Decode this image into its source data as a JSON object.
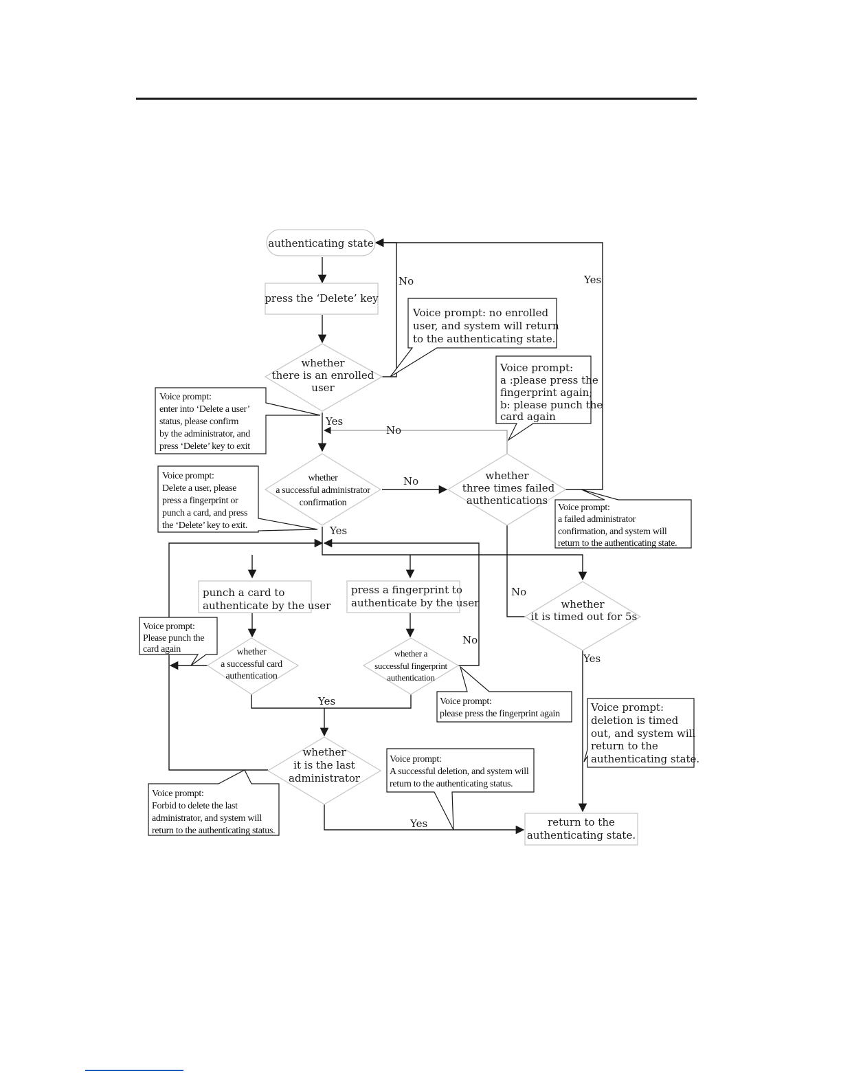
{
  "nodes": {
    "auth_state": "authenticating state",
    "press_delete": "press the ‘Delete’ key",
    "enrolled": [
      "whether",
      "there is an enrolled",
      "user"
    ],
    "admin_confirm": [
      "whether",
      "a successful  administrator",
      "confirmation"
    ],
    "three_fail": [
      "whether",
      "three times failed",
      "authentications"
    ],
    "punch_card": [
      "punch a card to",
      "authenticate by the user"
    ],
    "press_fp": [
      "press a fingerprint to",
      "authenticate by the user"
    ],
    "card_auth": [
      "whether",
      "a successful card",
      "authentication"
    ],
    "fp_auth": [
      "whether a",
      "successful fingerprint",
      "authentication"
    ],
    "timeout": [
      "whether",
      "it is timed out for 5s"
    ],
    "last_admin": [
      "whether",
      "it is  the last",
      "administrator"
    ],
    "return_auth": [
      "return to the",
      "authenticating state."
    ]
  },
  "callouts": {
    "no_enrolled": [
      "Voice prompt: no enrolled",
      "user, and system will return",
      "to the authenticating state."
    ],
    "press_again": [
      "Voice prompt:",
      "a :please  press the",
      "fingerprint again;",
      "b: please punch the",
      "card again"
    ],
    "enter_delete": [
      "Voice prompt:",
      "enter into ‘Delete a user’",
      "status, please confirm",
      "by the administrator, and",
      "press ‘Delete’ key to exit"
    ],
    "delete_user": [
      "Voice prompt:",
      "Delete a user, please",
      "press a fingerprint or",
      "punch a card, and press",
      "the ‘Delete’  key to exit."
    ],
    "failed_admin": [
      "Voice prompt:",
      " a failed administrator",
      "confirmation, and system will",
      "return to the authenticating state."
    ],
    "punch_again": [
      "Voice prompt:",
      "Please punch the",
      "card again"
    ],
    "fp_again": [
      "Voice prompt:",
      "please press the fingerprint again"
    ],
    "timed_out": [
      "Voice prompt:",
      "deletion is timed",
      "out, and system will",
      "return to the",
      "authenticating state."
    ],
    "success_delete": [
      "Voice prompt:",
      "A successful deletion, and system will",
      "return to the authenticating status."
    ],
    "forbid": [
      "Voice prompt:",
      "Forbid to delete the last",
      "administrator, and system will",
      "return to the authenticating status."
    ]
  },
  "labels": {
    "no_enrolled": "No",
    "yes_three": "Yes",
    "yes_enrolled": "Yes",
    "no_retry": "No",
    "no_admin": "No",
    "yes_admin": "Yes",
    "no_three": "No",
    "no_fp": "No",
    "yes_timeout": "Yes",
    "yes_auth": "Yes",
    "yes_last": "Yes"
  }
}
